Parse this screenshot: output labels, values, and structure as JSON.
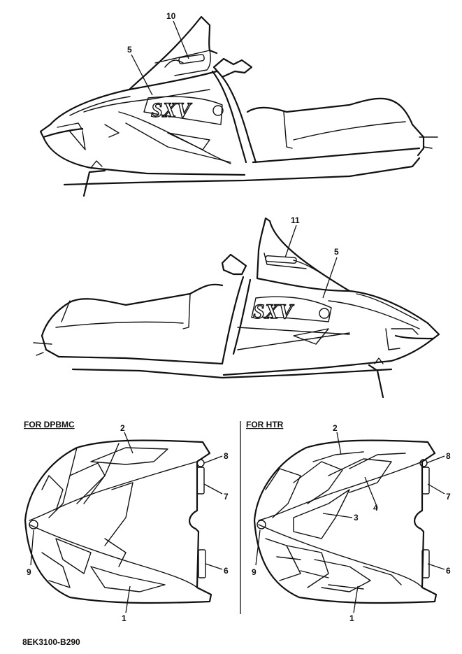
{
  "part_code": "8EK3100-B290",
  "badge_text": "SXV",
  "sections": {
    "left_caption": "FOR DPBMC",
    "right_caption": "FOR HTR"
  },
  "upper_view": {
    "callouts": [
      "10",
      "5"
    ]
  },
  "middle_view": {
    "callouts": [
      "11",
      "5"
    ]
  },
  "dpbmc_view": {
    "callouts": [
      "2",
      "8",
      "7",
      "9",
      "6",
      "1"
    ]
  },
  "htr_view": {
    "callouts": [
      "2",
      "8",
      "4",
      "7",
      "3",
      "9",
      "6",
      "1"
    ]
  }
}
